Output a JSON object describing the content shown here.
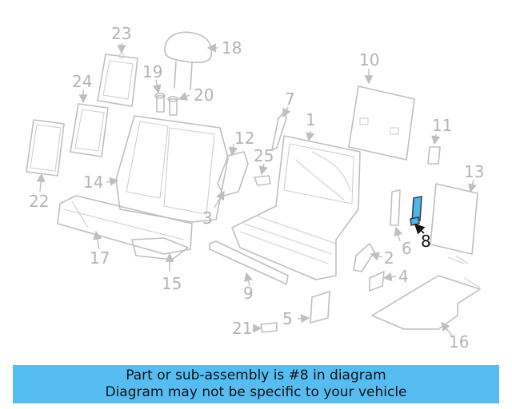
{
  "diagram": {
    "callouts": [
      "1",
      "2",
      "3",
      "4",
      "5",
      "6",
      "7",
      "8",
      "9",
      "10",
      "11",
      "12",
      "13",
      "14",
      "15",
      "16",
      "17",
      "18",
      "19",
      "20",
      "21",
      "22",
      "23",
      "24",
      "25"
    ],
    "highlighted_callout": "8",
    "highlight_color": "#4fb6e6"
  },
  "banner": {
    "line1": "Part or sub-assembly is #8 in diagram",
    "line2": "Diagram may not be specific to your vehicle",
    "background": "#56bdf2"
  }
}
